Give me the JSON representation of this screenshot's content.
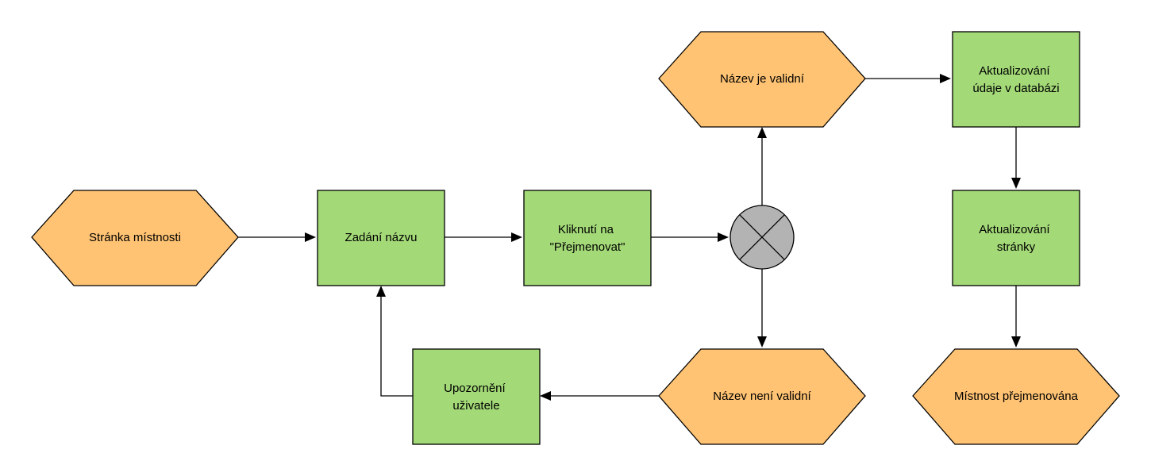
{
  "diagram": {
    "nodes": {
      "stranka_mistnosti": [
        "Stránka místnosti"
      ],
      "zadani_nazvu": [
        "Zadání názvu"
      ],
      "kliknuti": [
        "Kliknutí na",
        "\"Přejmenovat\""
      ],
      "nazev_validni": [
        "Název je validní"
      ],
      "nazev_nevalidni": [
        "Název není validní"
      ],
      "upozorneni": [
        "Upozornění",
        "uživatele"
      ],
      "aktualizace_db": [
        "Aktualizování",
        "údaje v databázi"
      ],
      "aktualizace_stranky": [
        "Aktualizování",
        "stránky"
      ],
      "mistnost_prejmenovana": [
        "Místnost přejmenována"
      ]
    },
    "colors": {
      "event": "#ffc373",
      "function": "#a3d977",
      "connector": "#b3b3b3"
    }
  }
}
